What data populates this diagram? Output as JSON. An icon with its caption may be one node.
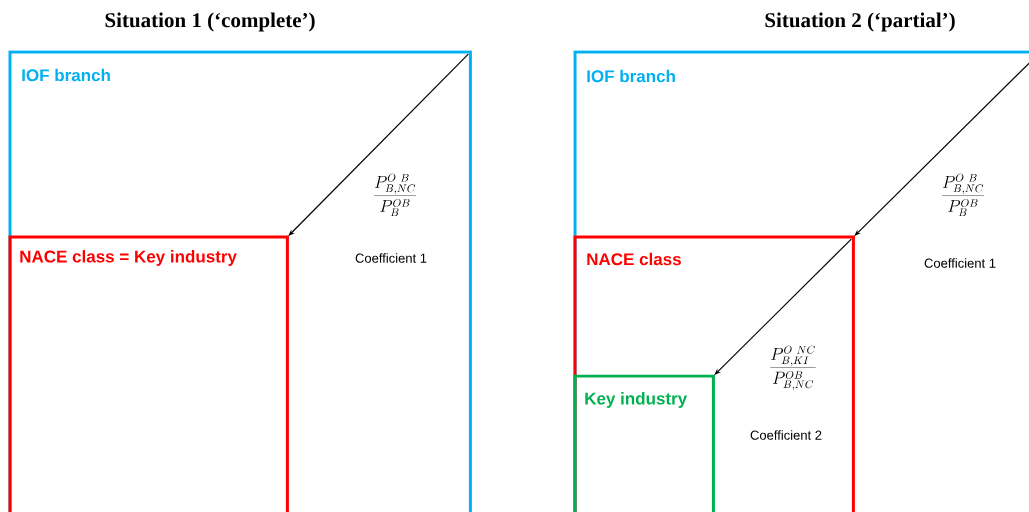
{
  "diagram": {
    "nodes": [
      {
        "text": [
          "Situation 1 (‘complete’)",
          "IOF branch"
        ]
      },
      {
        "text": [
          "NACE class = Key industry"
        ],
        "in": 0
      },
      {
        "text": [
          "Situation 2 (‘partial’)",
          "IOF branch"
        ]
      },
      {
        "text": [
          "NACE class"
        ],
        "in": 2
      },
      {
        "text": [
          "Key industry"
        ],
        "in": 3
      }
    ],
    "edges": [
      {
        "from": 0,
        "to": 1,
        "arrow": "to",
        "label": "\\frac{P^{O\\ B}_{B,NC}}{P^{OB}_{B}}"
      },
      {
        "from": 2,
        "to": 3,
        "arrow": "to",
        "label": "\\frac{P^{O\\ B}_{B,NC}}{P^{OB}_{B}}"
      },
      {
        "from": 3,
        "to": 4,
        "arrow": "to",
        "label": "\\frac{P^{O\\ NC}_{B,KI}}{P^{OB}_{B,NC}}"
      }
    ],
    "labels": [
      "Coefficient 1",
      "Coefficient 1",
      "Coefficient 2"
    ]
  }
}
